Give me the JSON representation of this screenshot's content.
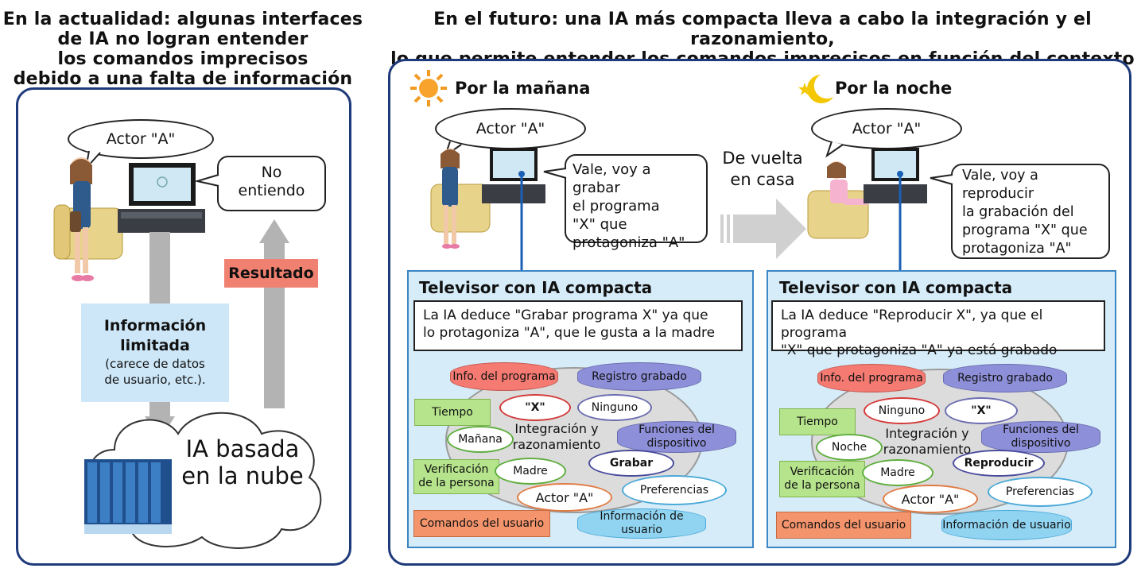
{
  "left": {
    "heading": [
      "En la actualidad: algunas interfaces",
      "de IA no logran entender",
      "los comandos imprecisos",
      "debido a una falta de información"
    ],
    "speech": "Actor \"A\"",
    "tv_reply": [
      "No",
      "entiendo"
    ],
    "result_label": "Resultado",
    "info_title": [
      "Información",
      "limitada"
    ],
    "info_sub": [
      "(carece de datos",
      "de usuario, etc.)."
    ],
    "cloud_text": [
      "IA basada",
      "en la nube"
    ]
  },
  "right": {
    "heading": [
      "En el futuro: una IA más compacta lleva a cabo la integración y el razonamiento,",
      "lo que permite entender los comandos imprecisos en función del contexto"
    ],
    "middle_text": [
      "De vuelta",
      "en casa"
    ],
    "morning": {
      "label": "Por la mañana",
      "speech": "Actor \"A\"",
      "tv_reply": [
        "Vale, voy a grabar",
        "el programa",
        "\"X\" que",
        "protagoniza \"A\""
      ],
      "tv_title": "Televisor con IA compacta",
      "deduce": [
        "La IA deduce \"Grabar programa X\" ya que",
        "lo protagoniza \"A\", que le gusta a la madre"
      ],
      "prog_info": "Info. del programa",
      "recorded": "Registro grabado",
      "x_pill": "\"X\"",
      "none_pill": "Ninguno",
      "time": "Tiempo",
      "time_val": "Mañana",
      "integration": [
        "Integración y",
        "razonamiento"
      ],
      "device_funcs": [
        "Funciones del",
        "dispositivo"
      ],
      "action": "Grabar",
      "verification": [
        "Verificación",
        "de la persona"
      ],
      "person": "Madre",
      "actor": "Actor \"A\"",
      "prefs": "Preferencias",
      "user_cmds": "Comandos del usuario",
      "user_info": "Información de usuario"
    },
    "night": {
      "label": "Por la noche",
      "speech": "Actor \"A\"",
      "tv_reply": [
        "Vale, voy a",
        "reproducir",
        "la grabación del",
        "programa \"X\" que",
        "protagoniza \"A\""
      ],
      "tv_title": "Televisor con IA compacta",
      "deduce": [
        "La IA deduce \"Reproducir X\", ya que el programa",
        "\"X\" que protagoniza \"A\" ya está grabado"
      ],
      "prog_info": "Info. del programa",
      "recorded": "Registro grabado",
      "x_pill": "\"X\"",
      "none_pill": "Ninguno",
      "time": "Tiempo",
      "time_val": "Noche",
      "integration": [
        "Integración y",
        "razonamiento"
      ],
      "device_funcs": [
        "Funciones del",
        "dispositivo"
      ],
      "action": "Reproducir",
      "verification": [
        "Verificación",
        "de la persona"
      ],
      "person": "Madre",
      "actor": "Actor \"A\"",
      "prefs": "Preferencias",
      "user_cmds": "Comandos del usuario",
      "user_info": "Información de usuario"
    }
  },
  "colors": {
    "panel_border": "#1f3a7a",
    "tv_box_bg": "#d6ecf8",
    "tv_box_border": "#3b86c4",
    "result_bg": "#f08070",
    "info_bg": "#cde7f8",
    "prog_info": "#f47a72",
    "recorded": "#8d8fd8",
    "time_green": "#b6e48c",
    "user_cmds": "#f4946c",
    "user_info": "#90d4f2",
    "device": "#8d8fd8"
  }
}
